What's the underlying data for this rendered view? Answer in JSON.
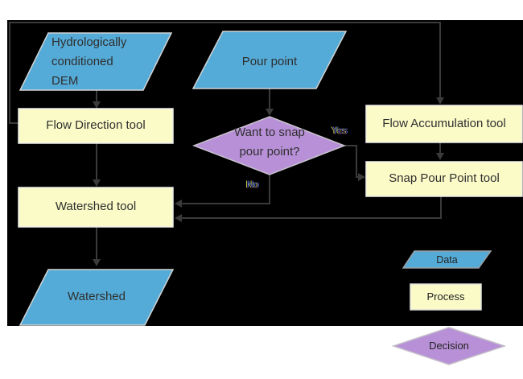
{
  "page": {
    "background": "#ffffff",
    "canvas_background": "#000000"
  },
  "diagram": {
    "nodes": {
      "dem": {
        "type": "data",
        "lines": [
          "Hydrologically",
          "conditioned",
          "DEM"
        ]
      },
      "pour_point": {
        "type": "data",
        "label": "Pour point"
      },
      "flow_direction": {
        "type": "process",
        "label": "Flow Direction tool"
      },
      "snap_decision": {
        "type": "decision",
        "lines": [
          "Want to snap",
          "pour point?"
        ]
      },
      "flow_accumulation": {
        "type": "process",
        "label": "Flow Accumulation tool"
      },
      "snap_pour_point": {
        "type": "process",
        "label": "Snap Pour Point tool"
      },
      "watershed_tool": {
        "type": "process",
        "label": "Watershed tool"
      },
      "watershed": {
        "type": "data",
        "label": "Watershed"
      }
    },
    "edge_labels": {
      "yes": "Yes",
      "no": "No"
    },
    "legend": [
      {
        "shape": "parallelogram",
        "label": "Data"
      },
      {
        "shape": "rectangle",
        "label": "Process"
      },
      {
        "shape": "diamond",
        "label": "Decision"
      }
    ],
    "colors": {
      "data_fill": "#55abd7",
      "process_fill": "#fbfbc8",
      "decision_fill": "#b890d7",
      "arrow": "#3a3a3a",
      "canvas": "#000000"
    }
  }
}
